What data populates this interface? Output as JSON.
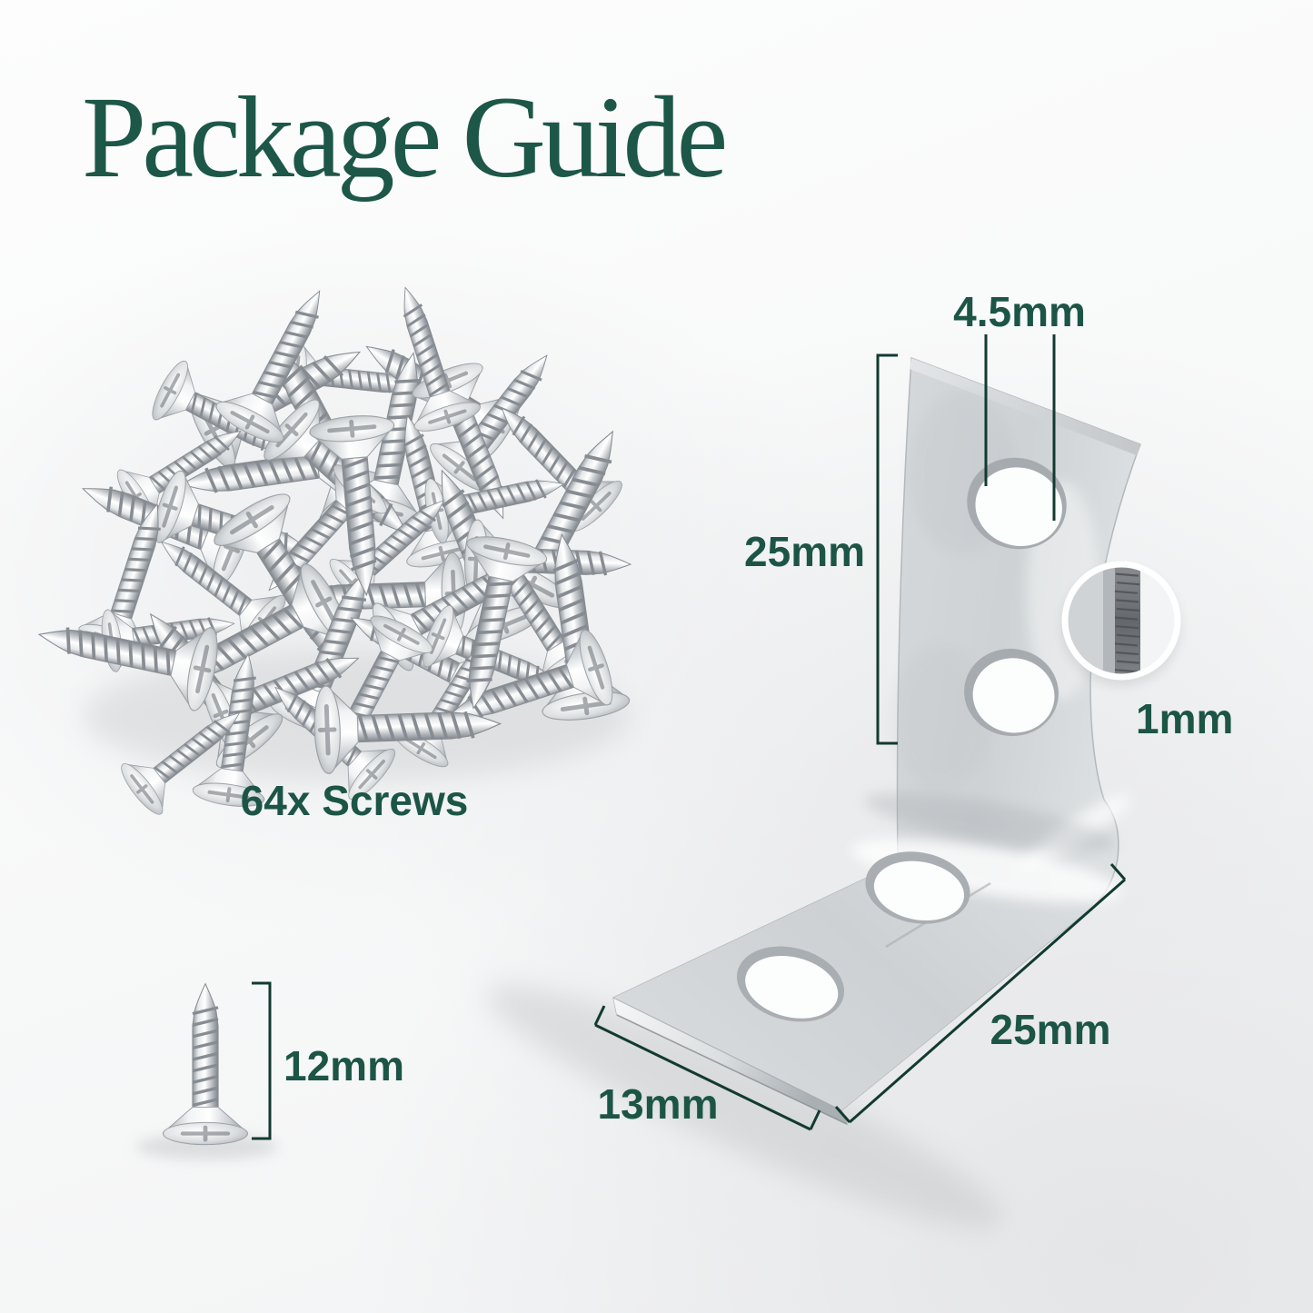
{
  "title": "Package Guide",
  "screw_pile": {
    "label": "64x Screws"
  },
  "single_screw": {
    "length": "12mm"
  },
  "bracket": {
    "hole_diameter": "4.5mm",
    "height": "25mm",
    "thickness": "1mm",
    "length": "25mm",
    "width": "13mm"
  },
  "colors": {
    "accent_text": "#1c5546",
    "title_text": "#1d5747",
    "dimension_lines": "#123a30",
    "background": "#f7f8f8",
    "metal_light": "#e9ebec",
    "metal_mid": "#cfd3d6",
    "metal_dark": "#9aa0a6"
  }
}
